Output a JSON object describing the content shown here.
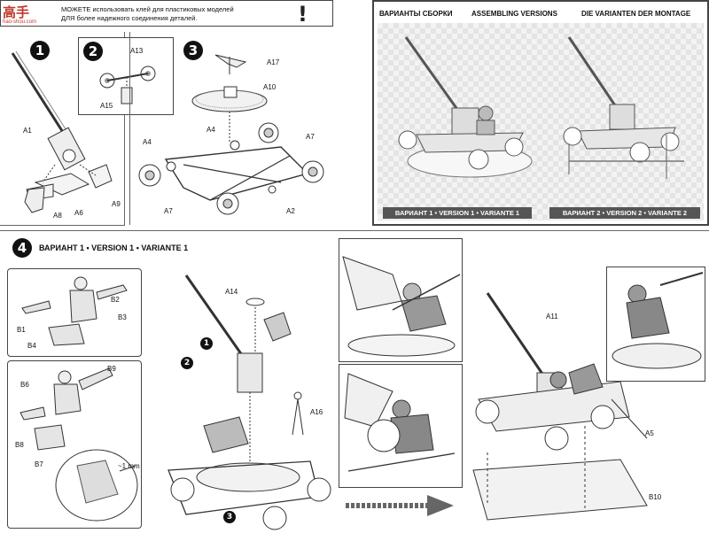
{
  "logo": {
    "text": "高手",
    "subtext": "hao-shou.com"
  },
  "warning": {
    "line1": "МОЖЕТЕ использовать клей для пластиковых моделей",
    "line2": "ДЛЯ более надежного соединения деталей.",
    "mark": "!"
  },
  "steps": {
    "s1": "1",
    "s2": "2",
    "s3": "3",
    "s4": "4"
  },
  "step1": {
    "labels": [
      "A1",
      "A8",
      "A6",
      "A9"
    ]
  },
  "step2": {
    "labels": [
      "A13",
      "A15"
    ]
  },
  "step3": {
    "labels": [
      "A17",
      "A10",
      "A4",
      "A4",
      "A7",
      "A7",
      "A2"
    ]
  },
  "versions": {
    "header_ru": "ВАРИАНТЫ СБОРКИ",
    "header_en": "ASSEMBLING VERSIONS",
    "header_de": "DIE VARIANTEN DER MONTAGE",
    "caption1": "ВАРИАНТ 1 • VERSION 1 • VARIANTE 1",
    "caption2": "ВАРИАНТ 2 • VERSION 2 • VARIANTE 2"
  },
  "step4": {
    "title": "ВАРИАНТ 1 • VERSION 1 • VARIANTE 1",
    "fig_a": [
      "B2",
      "B1",
      "B3",
      "B4"
    ],
    "fig_b": [
      "B9",
      "B6",
      "B8",
      "B7"
    ],
    "measure": "~1 mm",
    "center": [
      "A14",
      "A16"
    ],
    "sub_refs": [
      "1",
      "2",
      "3"
    ],
    "right": [
      "A11",
      "A5",
      "B10"
    ]
  }
}
